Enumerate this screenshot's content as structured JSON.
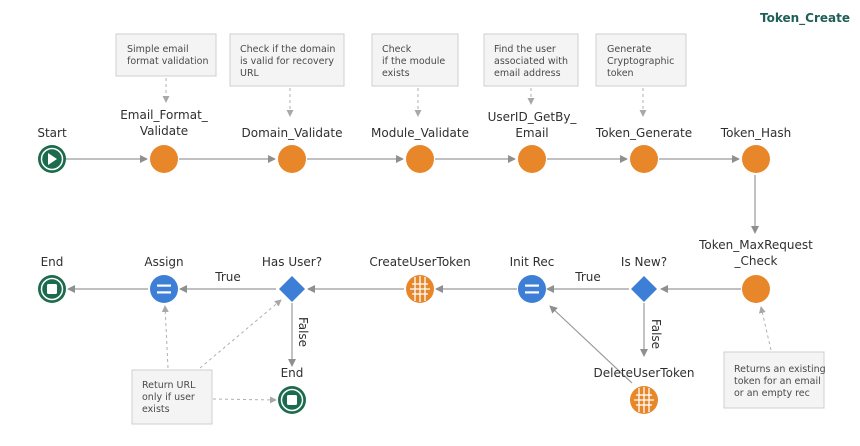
{
  "flow_name": "Token_Create",
  "colors": {
    "action": "#e8862a",
    "start_end": "#1d6b4e",
    "assign": "#3d7fd6",
    "decision": "#3d7fd6",
    "record": "#e8862a"
  },
  "nodes": {
    "start": {
      "label": "Start"
    },
    "email": {
      "label1": "Email_Format_",
      "label2": "Validate"
    },
    "domain": {
      "label": "Domain_Validate"
    },
    "module": {
      "label": "Module_Validate"
    },
    "userid": {
      "label1": "UserID_GetBy_",
      "label2": "Email"
    },
    "tokgen": {
      "label": "Token_Generate"
    },
    "tokhash": {
      "label": "Token_Hash"
    },
    "maxreq": {
      "label1": "Token_MaxRequest",
      "label2": "_Check"
    },
    "isnew": {
      "label": "Is New?"
    },
    "initrec": {
      "label": "Init Rec"
    },
    "createtok": {
      "label": "CreateUserToken"
    },
    "hasuser": {
      "label": "Has User?"
    },
    "assign": {
      "label": "Assign"
    },
    "end1": {
      "label": "End"
    },
    "end2": {
      "label": "End"
    },
    "deltok": {
      "label": "DeleteUserToken"
    }
  },
  "edges": {
    "true1": "True",
    "true2": "True",
    "false1": "False",
    "false2": "False"
  },
  "comments": {
    "c1": [
      "Simple email",
      "format validation"
    ],
    "c2": [
      "Check if the domain",
      "is valid for recovery",
      "URL"
    ],
    "c3": [
      "Check",
      "if the module",
      "exists"
    ],
    "c4": [
      "Find the user",
      "associated with",
      "email address"
    ],
    "c5": [
      "Generate",
      "Cryptographic",
      "token"
    ],
    "c6": [
      "Returns an existing",
      "token for an email",
      "or an empty rec"
    ],
    "c7": [
      "Return URL",
      "only if user",
      "exists"
    ]
  }
}
